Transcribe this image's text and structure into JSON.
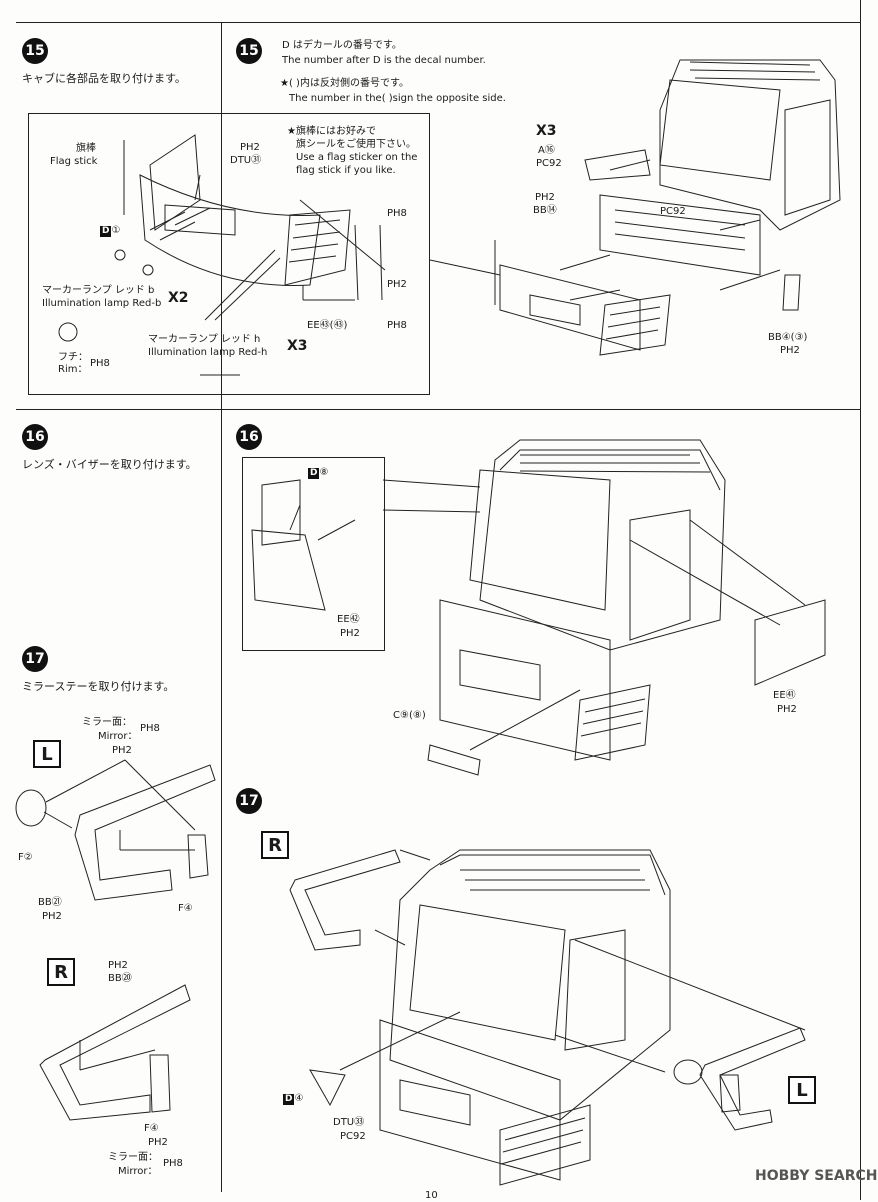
{
  "step15": {
    "num": "15",
    "title": "キャブに各部品を取り付けます。",
    "note_jp": "D はデカールの番号です。",
    "note_en": "The number after D is the decal number.",
    "opp_jp": "★(  )内は反対側の番号です。",
    "opp_en": "The number in the(  )sign the opposite side.",
    "flag_jp": "旗棒",
    "flag_en": "Flag stick",
    "ph2": "PH2",
    "dtu31": "DTU㉛",
    "d1": "①",
    "flagnote1": "★旗棒にはお好みで",
    "flagnote2": "旗シールをご使用下さい。",
    "flagnote3": "Use a flag sticker on the",
    "flagnote4": "flag stick if you like.",
    "ph8": "PH8",
    "marker_b_jp": "マーカーランプ レッド b",
    "marker_b_en": "Illumination lamp Red-b",
    "x2": "X2",
    "rim_jp": "フチ：",
    "rim_en": "Rim：",
    "marker_h_jp": "マーカーランプ レッド h",
    "marker_h_en": "Illumination lamp Red-h",
    "x3": "X3",
    "ee43": "EE㊸(㊸)",
    "a16": "A⑯",
    "pc92": "PC92",
    "bb14": "BB⑭",
    "bb4": "BB④(③)"
  },
  "step16": {
    "num": "16",
    "title": "レンズ・バイザーを取り付けます。",
    "d8": "⑧",
    "ee42": "EE㊷",
    "ee41": "EE㊶",
    "c98": "C⑨(⑧)"
  },
  "step17": {
    "num": "17",
    "title": "ミラーステーを取り付けます。",
    "mirror_jp": "ミラー面：",
    "mirror_en": "Mirror：",
    "L": "L",
    "R": "R",
    "f2": "F②",
    "bb21": "BB㉑",
    "f4": "F④",
    "bb20": "BB⑳",
    "d4": "④",
    "dtu33": "DTU㉝"
  },
  "watermark": "HOBBY SEARCH",
  "page_number": "10"
}
